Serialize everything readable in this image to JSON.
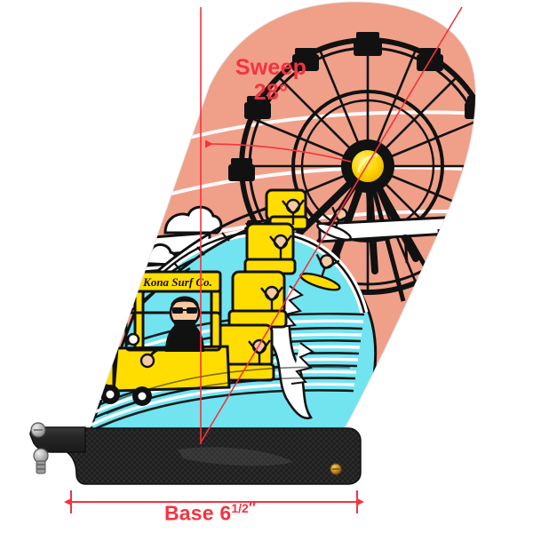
{
  "product": {
    "type": "surfboard-longboard-fin",
    "brand_text": "Kona Surf Co.",
    "artwork_theme": "roller coaster and ferris wheel riding a wave"
  },
  "annotations": {
    "sweep": {
      "label_line1": "Sweep",
      "label_line2": "28°",
      "value": 28,
      "unit": "degrees"
    },
    "base": {
      "label_prefix": "Base ",
      "whole": "6",
      "fraction": "1/2",
      "inch_mark": "″",
      "value": 6.5,
      "unit": "inches"
    }
  },
  "colors": {
    "annotation_red": "#F5333F",
    "sky_salmon": "#F0A089",
    "water_cyan": "#72E4F0",
    "cart_yellow": "#FFDD00",
    "ink_black": "#111111",
    "base_black": "#2A2A2A",
    "background": "#FFFFFF",
    "brass_screw": "#C8901E",
    "steel_screw": "#BFBFBF"
  },
  "icons": {
    "ferris_wheel": "ferris-wheel-icon",
    "roller_coaster": "roller-coaster-icon",
    "wave": "wave-icon",
    "sun": "sun-icon",
    "cloud": "cloud-icon",
    "screw": "screw-icon"
  }
}
